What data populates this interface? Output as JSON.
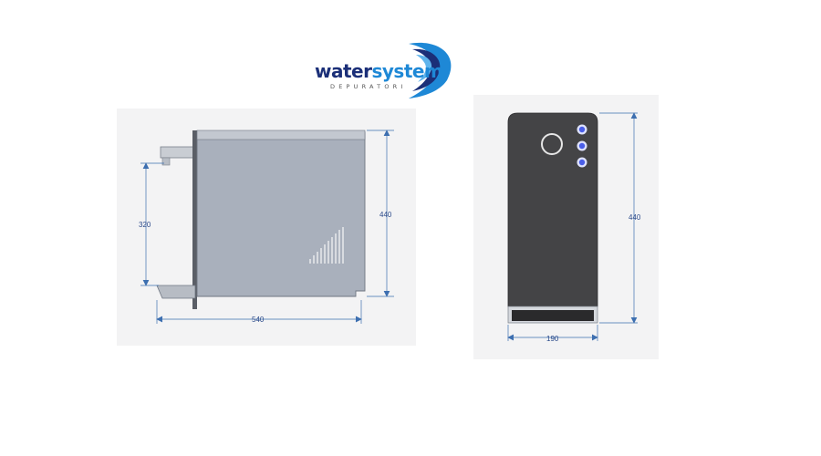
{
  "logo": {
    "word_part1": "water",
    "word_part2": "system",
    "tagline": "DEPURATORI",
    "colors": {
      "dark": "#1b2f78",
      "light": "#1e88d6"
    }
  },
  "side_view": {
    "dims": {
      "height_total": "440",
      "height_outlet": "320",
      "depth": "540"
    }
  },
  "front_view": {
    "dims": {
      "height": "440",
      "width": "190"
    },
    "buttons": [
      "power-ring-icon",
      "led-button-1",
      "led-button-2",
      "led-button-3"
    ]
  },
  "colors": {
    "panel_bg": "#f3f3f4",
    "cabinet_side": "#a9b0bc",
    "cabinet_front": "#444446",
    "dimension_line": "#3d6fb0",
    "led": "#4a5ee8"
  }
}
